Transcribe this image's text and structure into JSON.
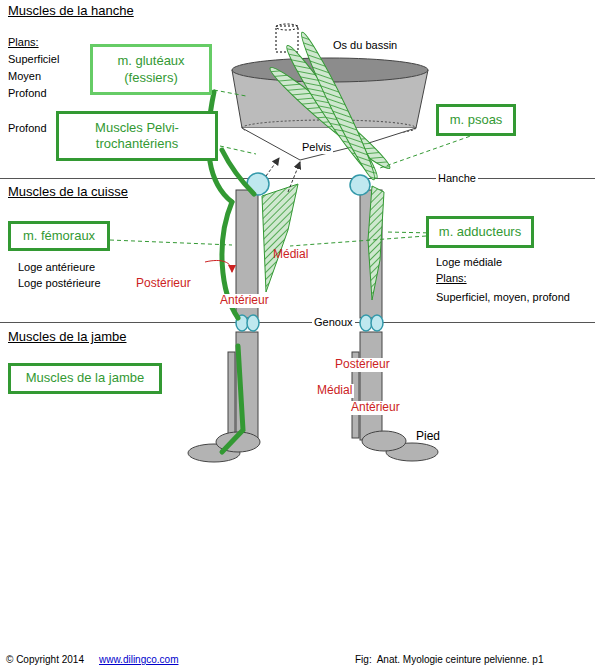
{
  "diagram": {
    "caption": "Fig:  Anat. Myologie ceinture pelvienne. p1",
    "nodes": [
      {
        "text": [
          "m. glutéaux (fessiers)"
        ]
      },
      {
        "text": [
          "Muscles Pelvi-trochantériens"
        ]
      },
      {
        "text": [
          "m. psoas"
        ]
      },
      {
        "text": [
          "m. fémoraux"
        ]
      },
      {
        "text": [
          "m. adducteurs"
        ]
      },
      {
        "text": [
          "Muscles de la jambe"
        ]
      }
    ],
    "labels": [
      "Muscles de la hanche",
      "Plans:",
      "Superficiel",
      "Moyen",
      "Profond",
      "Profond",
      "Os du bassin",
      "Pelvis",
      "Hanche",
      "Muscles de la cuisse",
      "Loge antérieure",
      "Loge postérieure",
      "Postérieur",
      "Médial",
      "Antérieur",
      "Loge médiale",
      "Plans:",
      "Superficiel, moyen, profond",
      "Genoux",
      "Muscles de la jambe",
      "Postérieur",
      "Médial",
      "Antérieur",
      "Pied",
      "© Copyright 2014",
      "www.dilingco.com"
    ]
  }
}
